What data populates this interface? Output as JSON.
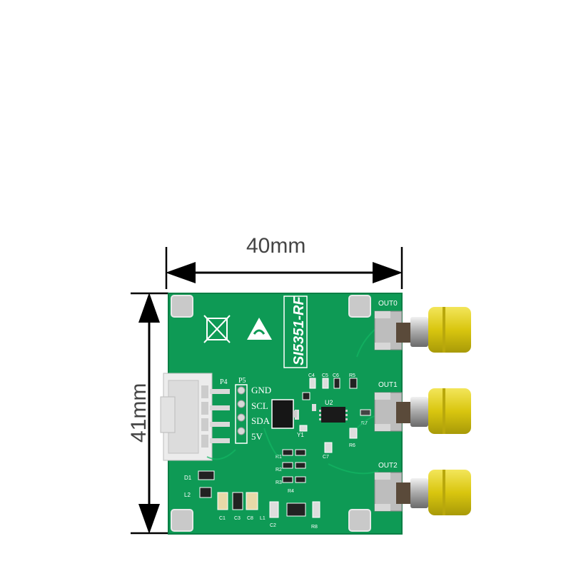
{
  "dimensions": {
    "width_label": "40mm",
    "height_label": "41mm"
  },
  "board": {
    "model": "SI5351-RF",
    "pin_header_label": "P5",
    "connector_label": "P4",
    "pins": [
      "GND",
      "SCL",
      "SDA",
      "5V"
    ],
    "outputs": [
      "OUT0",
      "OUT1",
      "OUT2"
    ],
    "chip_label": "U2",
    "crystal_label": "Y1",
    "component_labels": [
      "C4",
      "C5",
      "C6",
      "C7",
      "C1",
      "C2",
      "C3",
      "C8",
      "R1",
      "R2",
      "R3",
      "R4",
      "R5",
      "R6",
      "R7",
      "R8",
      "D1",
      "L1",
      "L2"
    ]
  },
  "colors": {
    "pcb": "#0e9a55",
    "connector_gold": "#e4d21a",
    "silkscreen": "#ffffff"
  }
}
